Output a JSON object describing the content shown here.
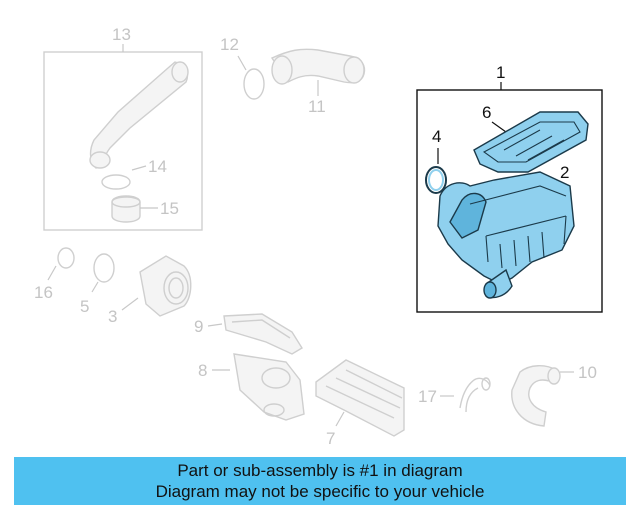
{
  "callouts": {
    "c1": "1",
    "c2": "2",
    "c3": "3",
    "c4": "4",
    "c5": "5",
    "c6": "6",
    "c7": "7",
    "c8": "8",
    "c9": "9",
    "c10": "10",
    "c11": "11",
    "c12": "12",
    "c13": "13",
    "c14": "14",
    "c15": "15",
    "c16": "16",
    "c17": "17"
  },
  "highlighted_part": "1",
  "colors": {
    "highlight_fill": "#8fd0ee",
    "banner_bg": "#4fc1f0"
  },
  "banner": {
    "line1": "Part or sub-assembly is #1 in diagram",
    "line2": "Diagram may not be specific to your vehicle"
  }
}
